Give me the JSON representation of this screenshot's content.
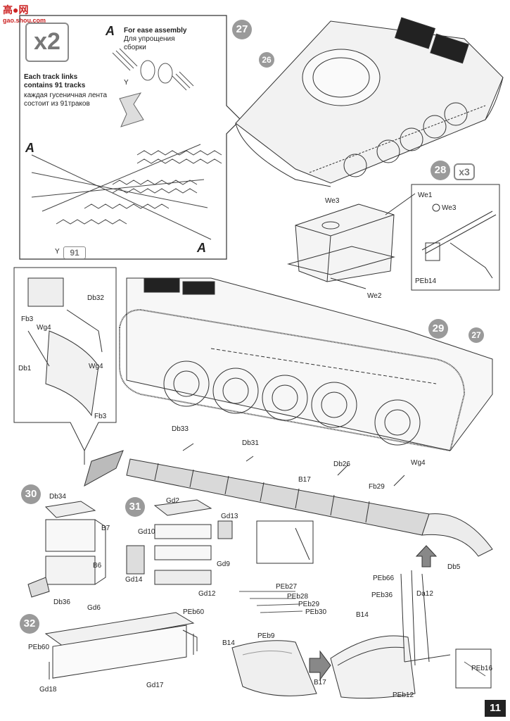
{
  "logo": {
    "title": "高●网",
    "sub": "gao.shou.com"
  },
  "page_number": "11",
  "steps": {
    "s27": "27",
    "s28": "28",
    "s29": "29",
    "s30": "30",
    "s31": "31",
    "s32": "32",
    "s27_ref": "27",
    "s26_ref": "26"
  },
  "multipliers": {
    "x2": "x2",
    "x3": "x3"
  },
  "track_panel": {
    "ease_a": "A",
    "ease_en": "For ease assembly",
    "ease_ru1": "Для упрощения",
    "ease_ru2": "сборки",
    "y_label": "Y",
    "info_en1": "Each track links",
    "info_en2": "contains 91 tracks",
    "info_ru1": "каждая гусеничная  лента",
    "info_ru2": "состоит из 91траков",
    "a_left": "A",
    "a_right": "A",
    "y_bottom": "Y",
    "y_count": "91"
  },
  "parts": {
    "we3": "We3",
    "we2": "We2",
    "we1": "We1",
    "we3b": "We3",
    "peb14": "PEb14",
    "fb3a": "Fb3",
    "db32": "Db32",
    "wg4a": "Wg4",
    "wg4b": "Wg4",
    "db1": "Db1",
    "fb3b": "Fb3",
    "db33": "Db33",
    "db31": "Db31",
    "db26": "Db26",
    "b17": "B17",
    "wg4c": "Wg4",
    "fb29": "Fb29",
    "db34": "Db34",
    "b7": "B7",
    "b6": "B6",
    "db36": "Db36",
    "gd2": "Gd2",
    "gd10": "Gd10",
    "gd13": "Gd13",
    "gd9": "Gd9",
    "gd14": "Gd14",
    "gd12": "Gd12",
    "gd6": "Gd6",
    "peb60a": "PEb60",
    "peb60b": "PEb60",
    "gd18": "Gd18",
    "gd17": "Gd17",
    "peb27": "PEb27",
    "peb28": "PEb28",
    "peb29": "PEb29",
    "peb30": "PEb30",
    "b14a": "B14",
    "peb9": "PEb9",
    "b17b": "B17",
    "db5": "Db5",
    "peb66": "PEb66",
    "da12": "Da12",
    "peb36": "PEb36",
    "b14b": "B14",
    "peb16": "PEb16",
    "peb12": "PEb12"
  }
}
